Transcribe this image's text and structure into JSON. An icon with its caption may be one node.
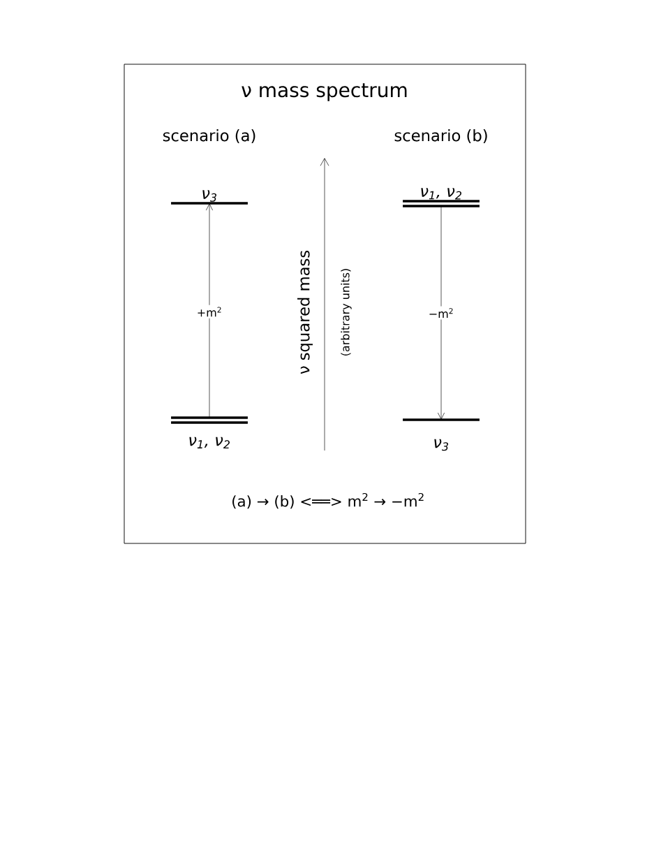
{
  "diagram": {
    "title": "ν mass spectrum",
    "nodes": [
      {
        "text": [
          "ν$_{3}$"
        ]
      },
      {
        "text": [
          "ν$_{1}$, ν$_{2}$"
        ]
      },
      {
        "text": [
          "ν$_{1}$, ν$_{2}$"
        ]
      },
      {
        "text": [
          "ν$_{3}$"
        ]
      }
    ],
    "edges": [
      {
        "from": 2,
        "to": 0,
        "arrow": "to",
        "label": "+m$^{2}$"
      },
      {
        "from": 1,
        "to": 3,
        "arrow": "to",
        "label": "−m$^{2}$"
      }
    ],
    "labels": [
      "scenario (a)",
      "scenario (b)",
      "ν squared mass",
      "(arbitrary units)",
      "(a) → (b) <══> m$^{2}$ → −m$^{2}$"
    ]
  }
}
